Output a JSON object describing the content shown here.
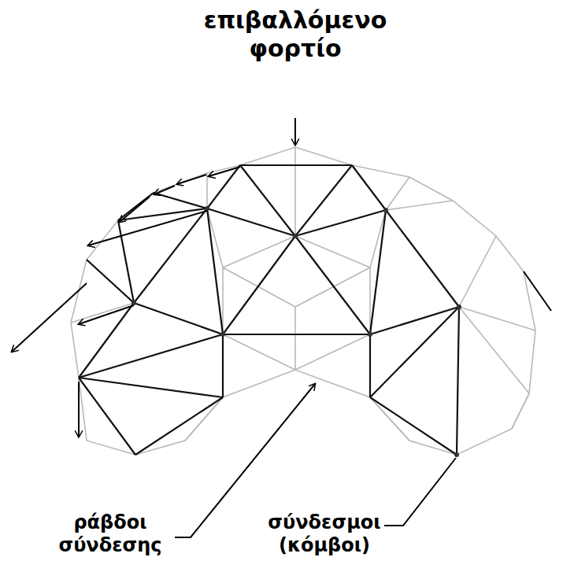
{
  "diagram": {
    "labels": [
      "επιβαλλόμενο φορτίο",
      "ράβδοι σύνδεσης",
      "σύνδεσμοι (κόμβοι)"
    ]
  }
}
